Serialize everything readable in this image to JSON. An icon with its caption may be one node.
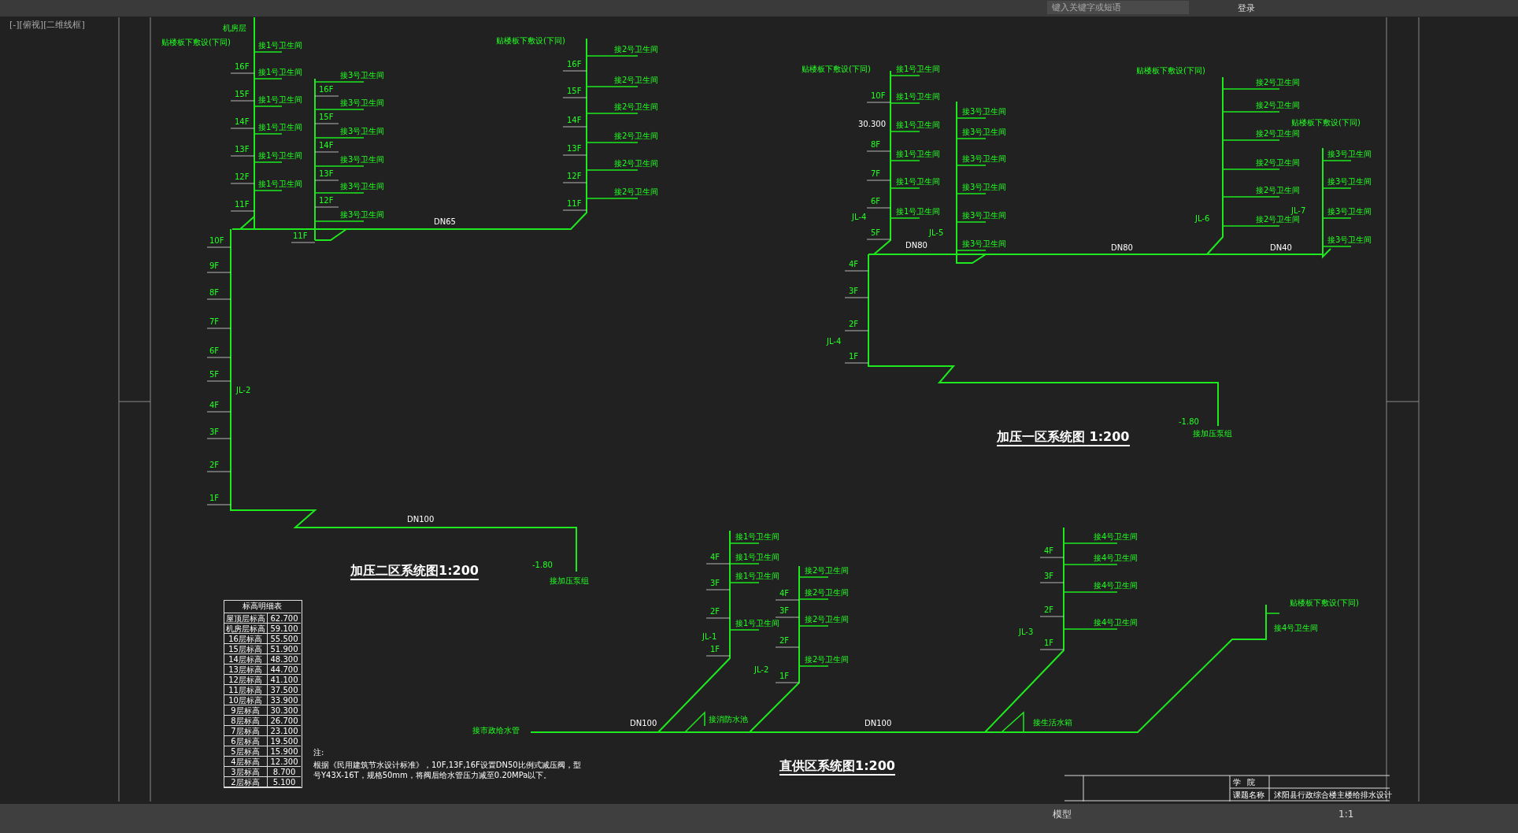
{
  "diagram": {
    "labels": [
      "[-][俯视][二维线框]",
      "键入关键字或短语",
      "登录",
      "模型",
      "1:1",
      "机房层",
      "贴楼板下敷设(下同)",
      "接1号卫生间",
      "接1号卫生间",
      "接1号卫生间",
      "接1号卫生间",
      "接1号卫生间",
      "接1号卫生间",
      "接3号卫生间",
      "接3号卫生间",
      "接3号卫生间",
      "接3号卫生间",
      "接3号卫生间",
      "接3号卫生间",
      "接2号卫生间",
      "接2号卫生间",
      "接2号卫生间",
      "接2号卫生间",
      "接2号卫生间",
      "接2号卫生间",
      "贴楼板下敷设(下同)",
      "16F",
      "15F",
      "14F",
      "13F",
      "12F",
      "11F",
      "16F",
      "15F",
      "14F",
      "13F",
      "12F",
      "11F",
      "16F",
      "15F",
      "14F",
      "13F",
      "12F",
      "11F",
      "10F",
      "9F",
      "8F",
      "7F",
      "6F",
      "5F",
      "4F",
      "3F",
      "2F",
      "1F",
      "JL-2",
      "DN65",
      "DN100",
      "-1.80",
      "接加压泵组",
      "加压二区系统图1:200",
      "贴楼板下敷设(下同)",
      "接1号卫生间",
      "接1号卫生间",
      "接1号卫生间",
      "接1号卫生间",
      "接1号卫生间",
      "接1号卫生间",
      "接3号卫生间",
      "接3号卫生间",
      "接3号卫生间",
      "接3号卫生间",
      "接3号卫生间",
      "接3号卫生间",
      "贴楼板下敷设(下同)",
      "接2号卫生间",
      "接2号卫生间",
      "接2号卫生间",
      "接2号卫生间",
      "接2号卫生间",
      "接2号卫生间",
      "贴楼板下敷设(下同)",
      "接3号卫生间",
      "接3号卫生间",
      "接3号卫生间",
      "接3号卫生间",
      "30.300",
      "10F",
      "8F",
      "7F",
      "6F",
      "5F",
      "JL-4",
      "JL-5",
      "JL-6",
      "JL-7",
      "4F",
      "3F",
      "2F",
      "1F",
      "JL-4",
      "DN80",
      "DN80",
      "DN40",
      "-1.80",
      "接加压泵组",
      "加压一区系统图 1:200",
      "接1号卫生间",
      "接1号卫生间",
      "接1号卫生间",
      "接1号卫生间",
      "接2号卫生间",
      "接2号卫生间",
      "接2号卫生间",
      "接2号卫生间",
      "接4号卫生间",
      "接4号卫生间",
      "接4号卫生间",
      "接4号卫生间",
      "JL-1",
      "JL-2",
      "JL-3",
      "4F",
      "3F",
      "2F",
      "1F",
      "4F",
      "3F",
      "2F",
      "1F",
      "4F",
      "3F",
      "2F",
      "1F",
      "接消防水池",
      "DN100",
      "接生活水箱",
      "接市政给水管",
      "DN100",
      "接4号卫生间",
      "贴楼板下敷设(下同)",
      "直供区系统图1:200",
      "标高明细表",
      "屋顶层标高",
      "62.700",
      "机房层标高",
      "59.100",
      "16层标高",
      "55.500",
      "15层标高",
      "51.900",
      "14层标高",
      "48.300",
      "13层标高",
      "44.700",
      "12层标高",
      "41.100",
      "11层标高",
      "37.500",
      "10层标高",
      "33.900",
      "9层标高",
      "30.300",
      "8层标高",
      "26.700",
      "7层标高",
      "23.100",
      "6层标高",
      "19.500",
      "5层标高",
      "15.900",
      "4层标高",
      "12.300",
      "3层标高",
      "8.700",
      "2层标高",
      "5.100",
      "注:",
      "根据《民用建筑节水设计标准》，10F,13F,16F设置DN50比例式减压阀，型号Y43X-16T，规格50mm，将阀后给水管压力减至0.20MPa以下。",
      "学院",
      "课题名称",
      "沭阳县行政综合楼主楼给排水设计"
    ]
  }
}
